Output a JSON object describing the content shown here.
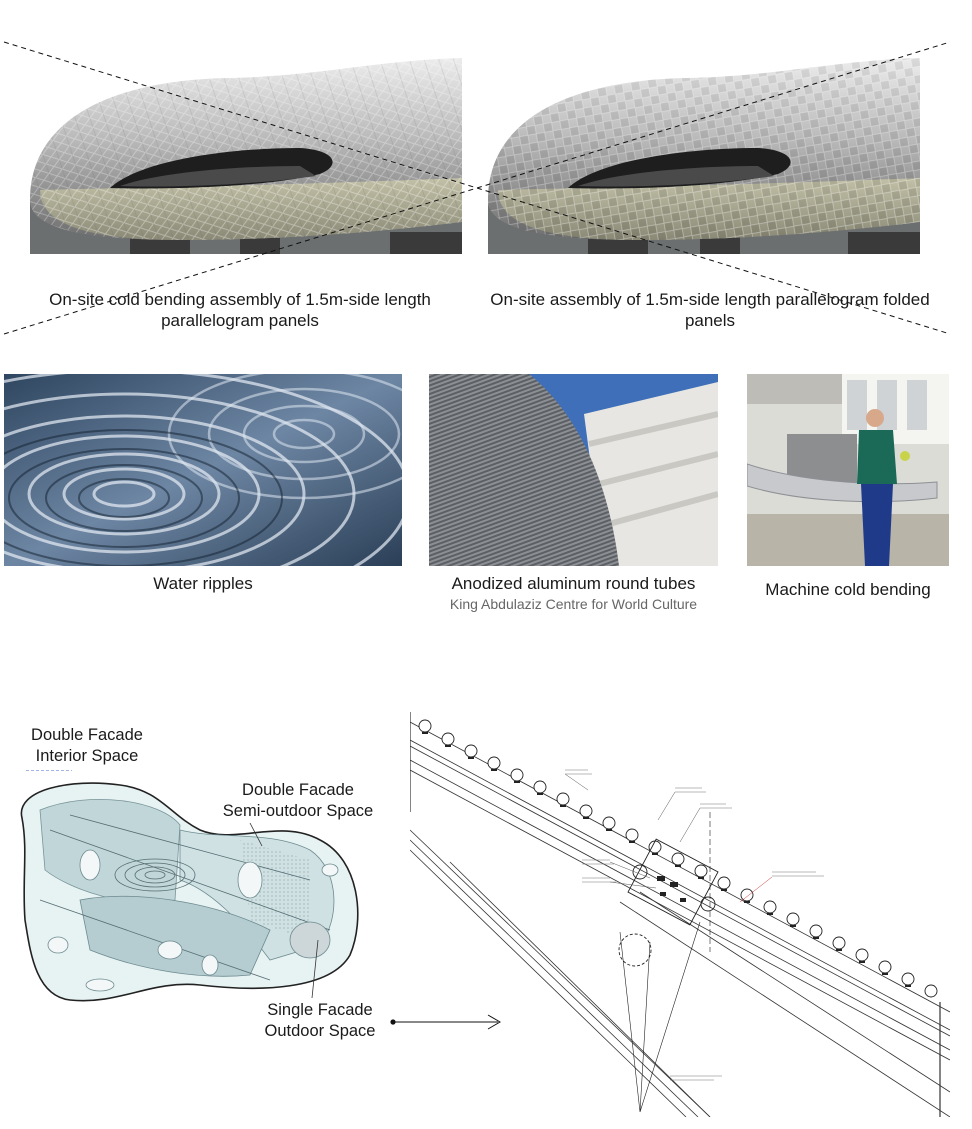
{
  "top_panels": {
    "left_caption": "On-site cold bending assembly of 1.5m-side length parallelogram panels",
    "right_caption": "On-site assembly of 1.5m-side length parallelogram folded panels"
  },
  "references": [
    {
      "caption": "Water ripples",
      "subcaption": ""
    },
    {
      "caption": "Anodized aluminum round tubes",
      "subcaption": "King Abdulaziz Centre for World Culture"
    },
    {
      "caption": "Machine cold bending",
      "subcaption": ""
    }
  ],
  "spaces": {
    "interior_l1": "Double Facade",
    "interior_l2": "Interior Space",
    "semi_l1": "Double Facade",
    "semi_l2": "Semi-outdoor Space",
    "outdoor_l1": "Single Facade",
    "outdoor_l2": "Outdoor Space"
  }
}
